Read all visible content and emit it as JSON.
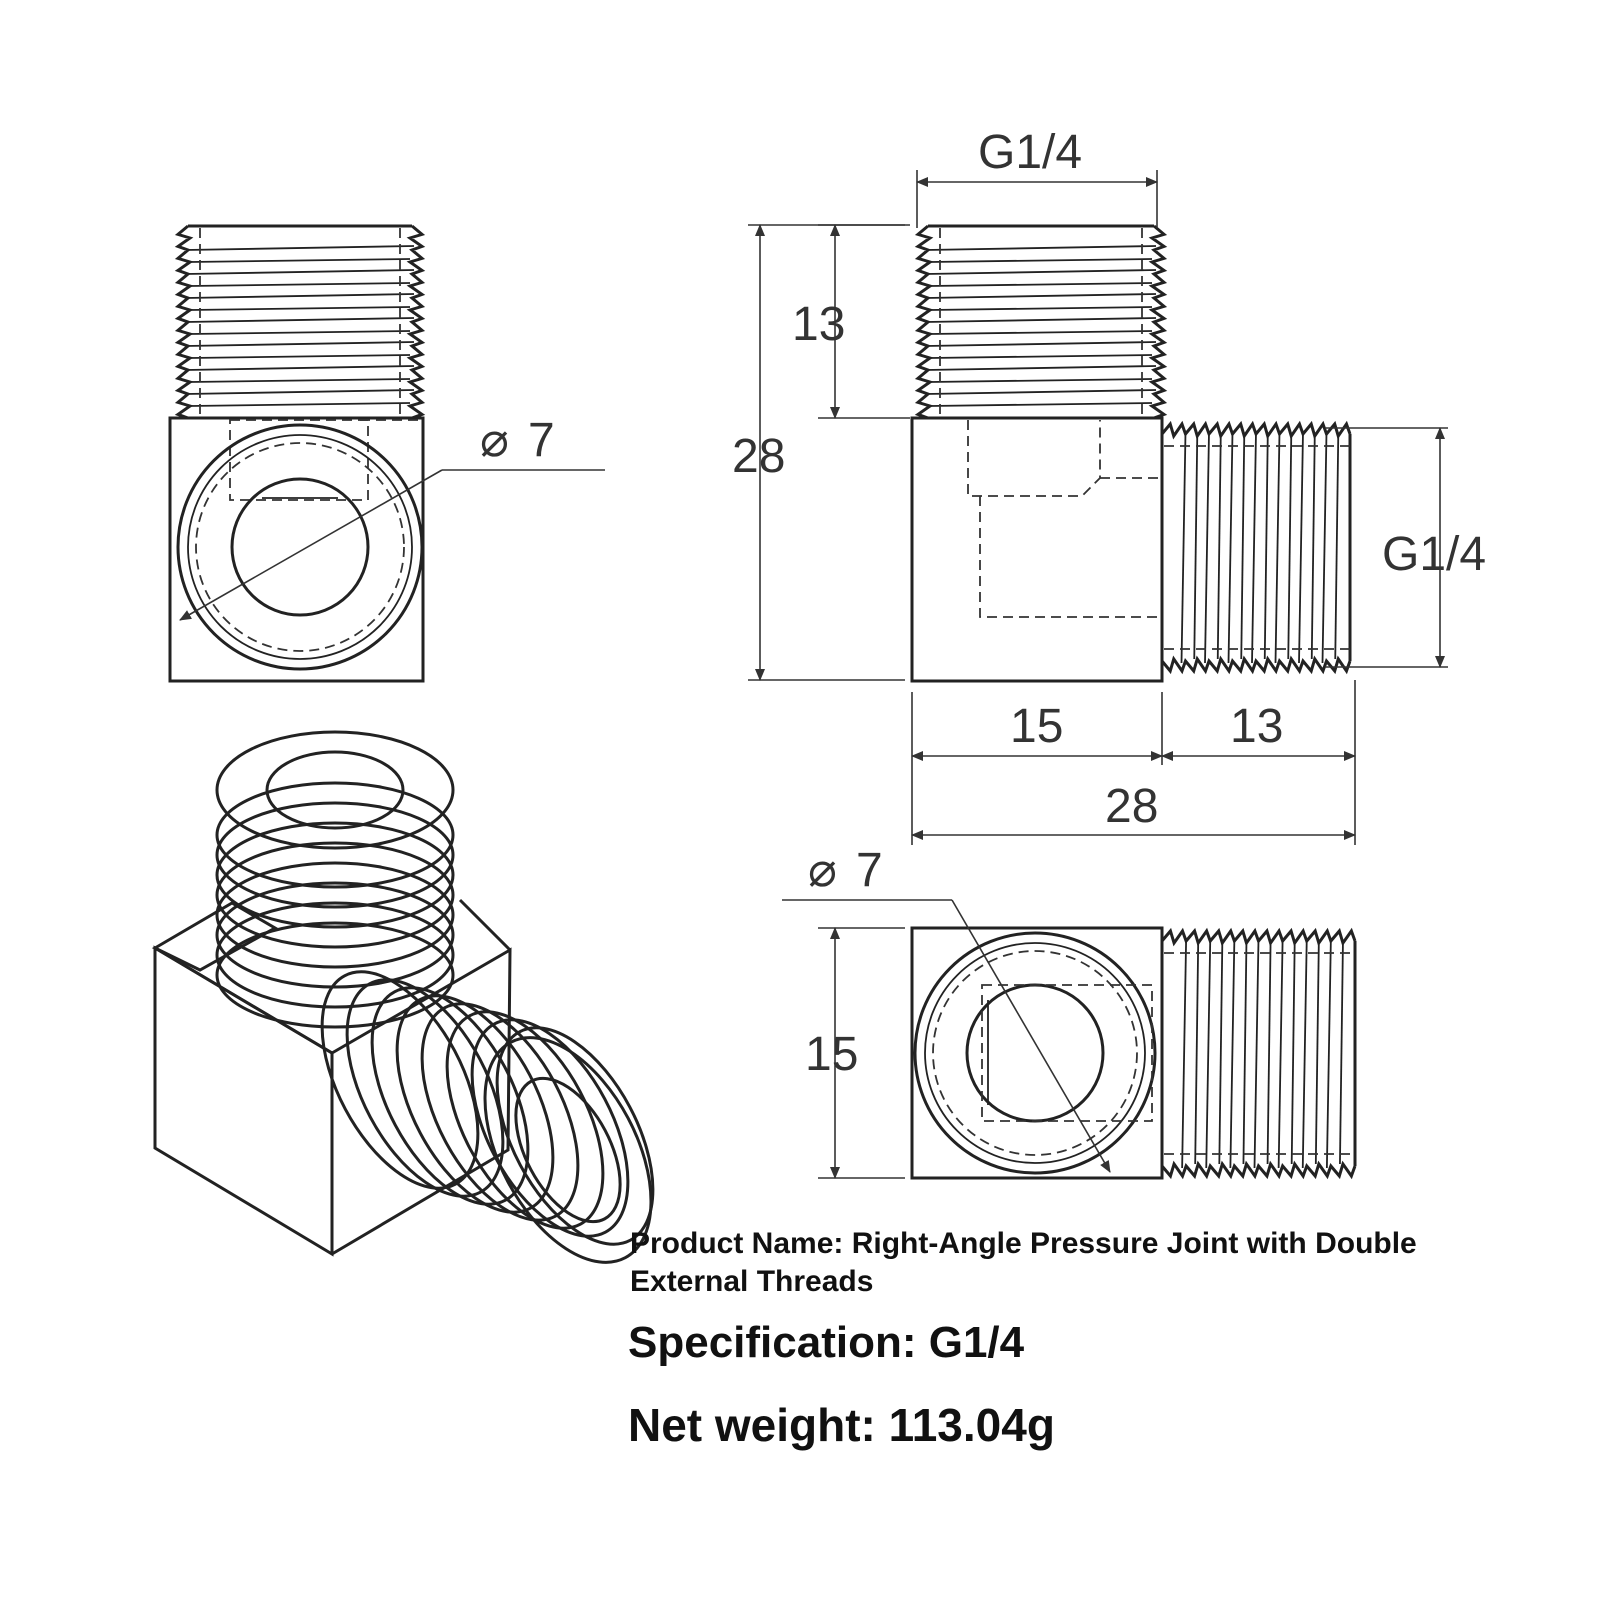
{
  "dimensions": {
    "front_top_thread": "G1/4",
    "front_side_thread": "G1/4",
    "top_thread_length": "13",
    "total_height": "28",
    "body_width": "15",
    "side_thread_length": "13",
    "total_width": "28",
    "bore_diameter_left": "7",
    "bore_diameter_bottom": "7",
    "bottom_view_height": "15",
    "diameter_symbol": "⌀"
  },
  "info": {
    "product_name": "Product Name: Right-Angle Pressure Joint with Double External Threads",
    "specification": "Specification: G1/4",
    "net_weight": "Net weight: 113.04g"
  }
}
